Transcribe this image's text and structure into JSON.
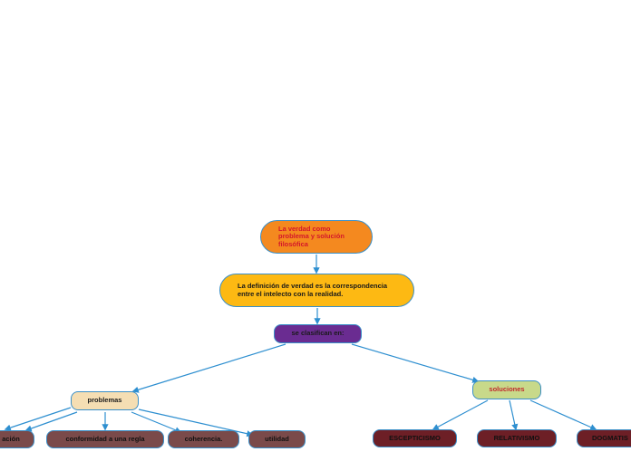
{
  "nodes": {
    "root": {
      "text": "La verdad como problema y solución filosófica",
      "bg": "#f4891f",
      "fg": "#d4172a"
    },
    "definition": {
      "text": "La definición de verdad es la correspondencia entre el intelecto con la realidad.",
      "bg": "#fdb913",
      "fg": "#1a1a1a"
    },
    "classify": {
      "text": "se clasifican en:",
      "bg": "#6a2c91",
      "fg": "#1a1a1a"
    },
    "problemas": {
      "text": "problemas",
      "bg": "#f5deb3",
      "fg": "#1a1a1a"
    },
    "soluciones": {
      "text": "soluciones",
      "bg": "#c8d98a",
      "fg": "#c0282e"
    },
    "p1": {
      "text": "ación",
      "bg": "#7a4a4a",
      "fg": "#111111"
    },
    "p2": {
      "text": "conformidad a una regla",
      "bg": "#7a4a4a",
      "fg": "#111111"
    },
    "p3": {
      "text": "coherencia.",
      "bg": "#7a4a4a",
      "fg": "#111111"
    },
    "p4": {
      "text": "utilidad",
      "bg": "#7a4a4a",
      "fg": "#111111"
    },
    "s1": {
      "text": "ESCEPTICISMO",
      "bg": "#6d1f26",
      "fg": "#111111"
    },
    "s2": {
      "text": "RELATIVISMO",
      "bg": "#6d1f26",
      "fg": "#111111"
    },
    "s3": {
      "text": "DOGMATIS",
      "bg": "#6d1f26",
      "fg": "#111111"
    }
  },
  "colors": {
    "connector": "#2e8fd0",
    "border": "#3a8fc8"
  }
}
